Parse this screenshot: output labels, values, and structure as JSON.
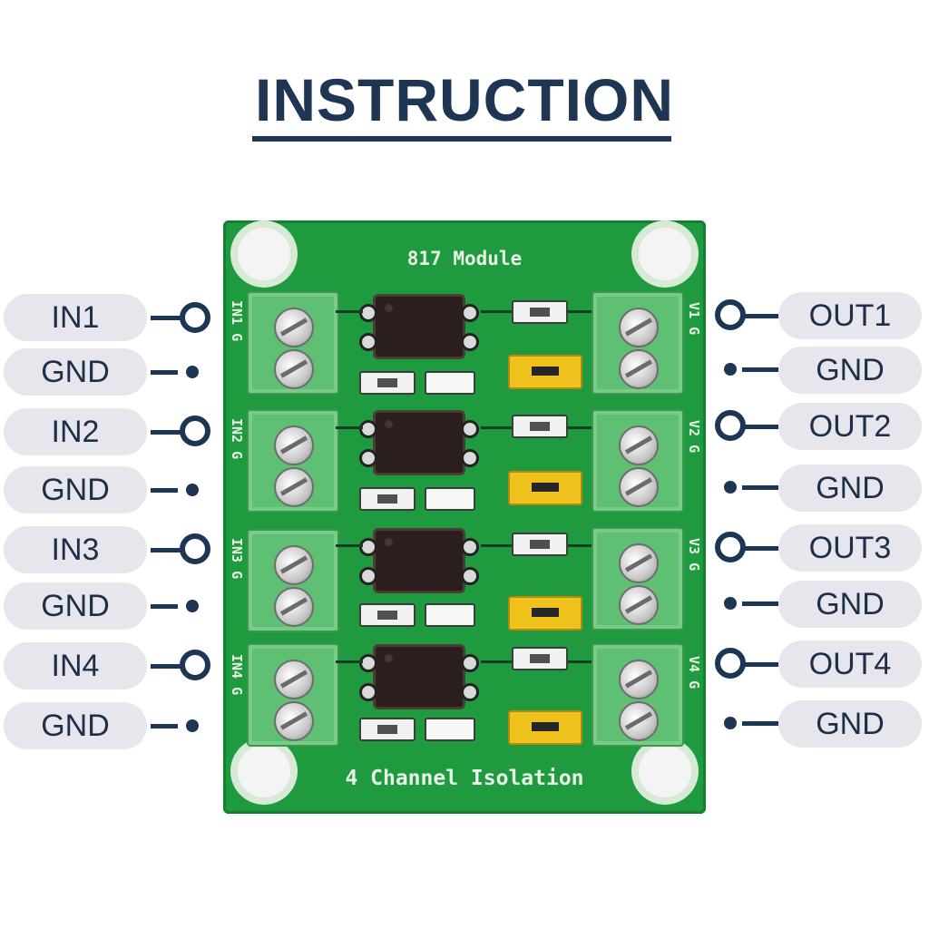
{
  "title": "INSTRUCTION",
  "board": {
    "title": "817 Module",
    "footer": "4 Channel Isolation",
    "left_pin_labels": [
      "IN1 G",
      "IN2 G",
      "IN3 G",
      "IN4 G"
    ],
    "right_pin_labels": [
      "V1 G",
      "V2 G",
      "V3 G",
      "V4 G"
    ]
  },
  "left_pins": [
    "IN1",
    "GND",
    "IN2",
    "GND",
    "IN3",
    "GND",
    "IN4",
    "GND"
  ],
  "right_pins": [
    "OUT1",
    "GND",
    "OUT2",
    "GND",
    "OUT3",
    "GND",
    "OUT4",
    "GND"
  ],
  "colors": {
    "heading": "#1e3653",
    "pcb": "#1f9a3e",
    "terminal": "#5fbf73",
    "jumper": "#f0c21d",
    "pill": "#e7e6ec"
  }
}
